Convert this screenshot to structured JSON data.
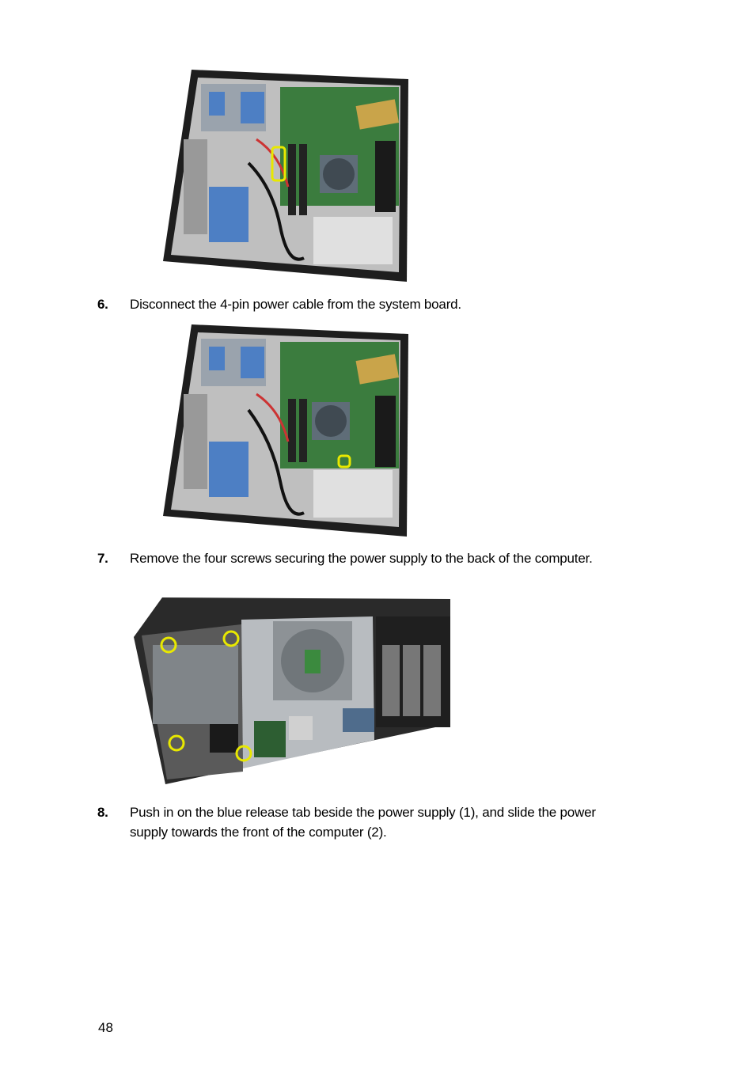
{
  "steps": [
    {
      "number": "6.",
      "text": "Disconnect the 4-pin power cable from the system board."
    },
    {
      "number": "7.",
      "text": "Remove the four screws securing the power supply to the back of the computer."
    },
    {
      "number": "8.",
      "lines": [
        "Push in on the blue release tab beside the power supply (1), and slide the power",
        "supply towards the front of the computer (2)."
      ]
    }
  ],
  "page_number": "48",
  "colors": {
    "highlight": "#e8e800",
    "release_tab": "#4d7fc4",
    "board": "#3b7c3e",
    "chassis": "#2a2a2a"
  }
}
